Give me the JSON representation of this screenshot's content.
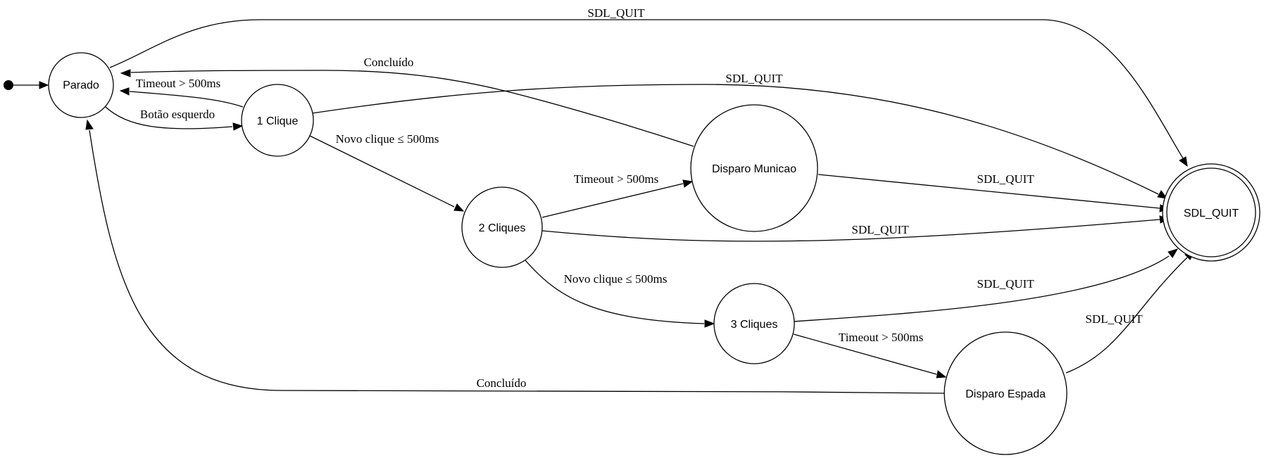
{
  "states": {
    "parado": "Parado",
    "um_clique": "1 Clique",
    "dois_cliques": "2 Cliques",
    "tres_cliques": "3 Cliques",
    "disparo_municao": "Disparo Municao",
    "disparo_espada": "Disparo Espada",
    "sdl_quit": "SDL_QUIT"
  },
  "transitions": {
    "parado_to_quit": "SDL_QUIT",
    "municao_to_parado": "Concluído",
    "um_to_parado": "Timeout > 500ms",
    "parado_to_um": "Botão esquerdo",
    "um_to_quit": "SDL_QUIT",
    "um_to_dois": "Novo clique ≤ 500ms",
    "dois_to_municao": "Timeout > 500ms",
    "municao_to_quit": "SDL_QUIT",
    "dois_to_quit": "SDL_QUIT",
    "dois_to_tres": "Novo clique ≤ 500ms",
    "tres_to_quit": "SDL_QUIT",
    "tres_to_espada": "Timeout > 500ms",
    "espada_to_quit": "SDL_QUIT",
    "espada_to_parado": "Concluído"
  },
  "colors": {
    "stroke": "#000000",
    "fill": "#ffffff",
    "background": "#ffffff"
  }
}
